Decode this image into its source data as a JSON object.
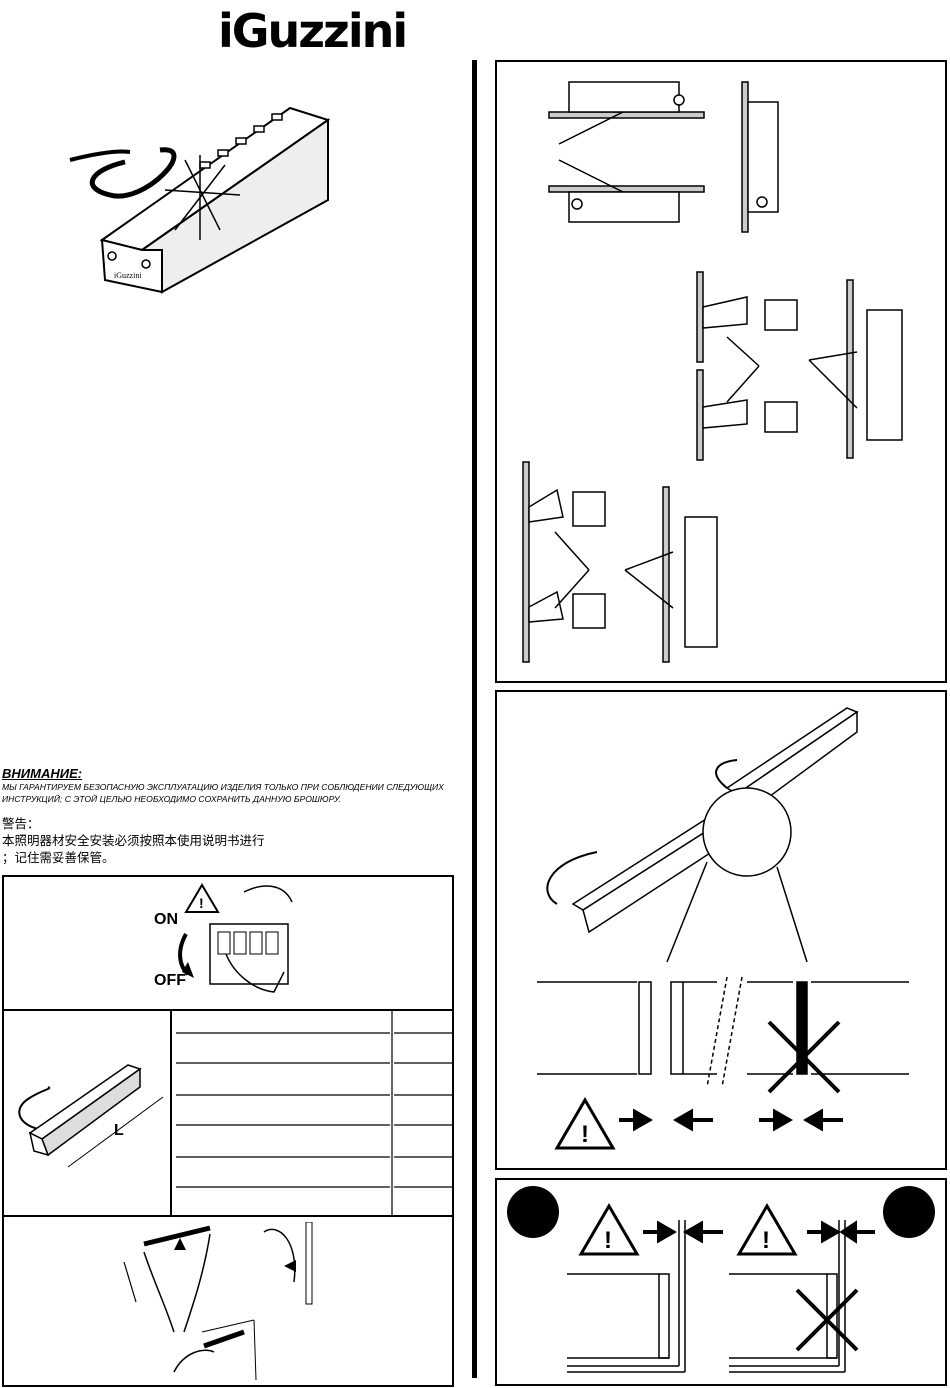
{
  "header": {
    "brand": "iGuzzini"
  },
  "warnings": {
    "ru_title": "ВНИМАНИЕ:",
    "ru_text": "МЫ ГАРАНТИРУЕМ БЕЗОПАСНУЮ ЭКСПЛУАТАЦИЮ ИЗДЕЛИЯ ТОЛЬКО ПРИ СОБЛЮДЕНИИ СЛЕДУЮЩИХ ИНСТРУКЦИЙ; С ЭТОЙ ЦЕЛЬЮ НЕОБХОДИМО СОХРАНИТЬ ДАННУЮ БРОШЮРУ.",
    "cn_title": "警告：",
    "cn_line1": "本照明器材安全安装必须按照本使用说明书进行",
    "cn_line2": "；记住需妥善保管。"
  },
  "switch_panel": {
    "on_label": "ON",
    "off_label": "OFF"
  },
  "dimension_panel": {
    "length_label": "L"
  },
  "product_label": "iGuzzini"
}
